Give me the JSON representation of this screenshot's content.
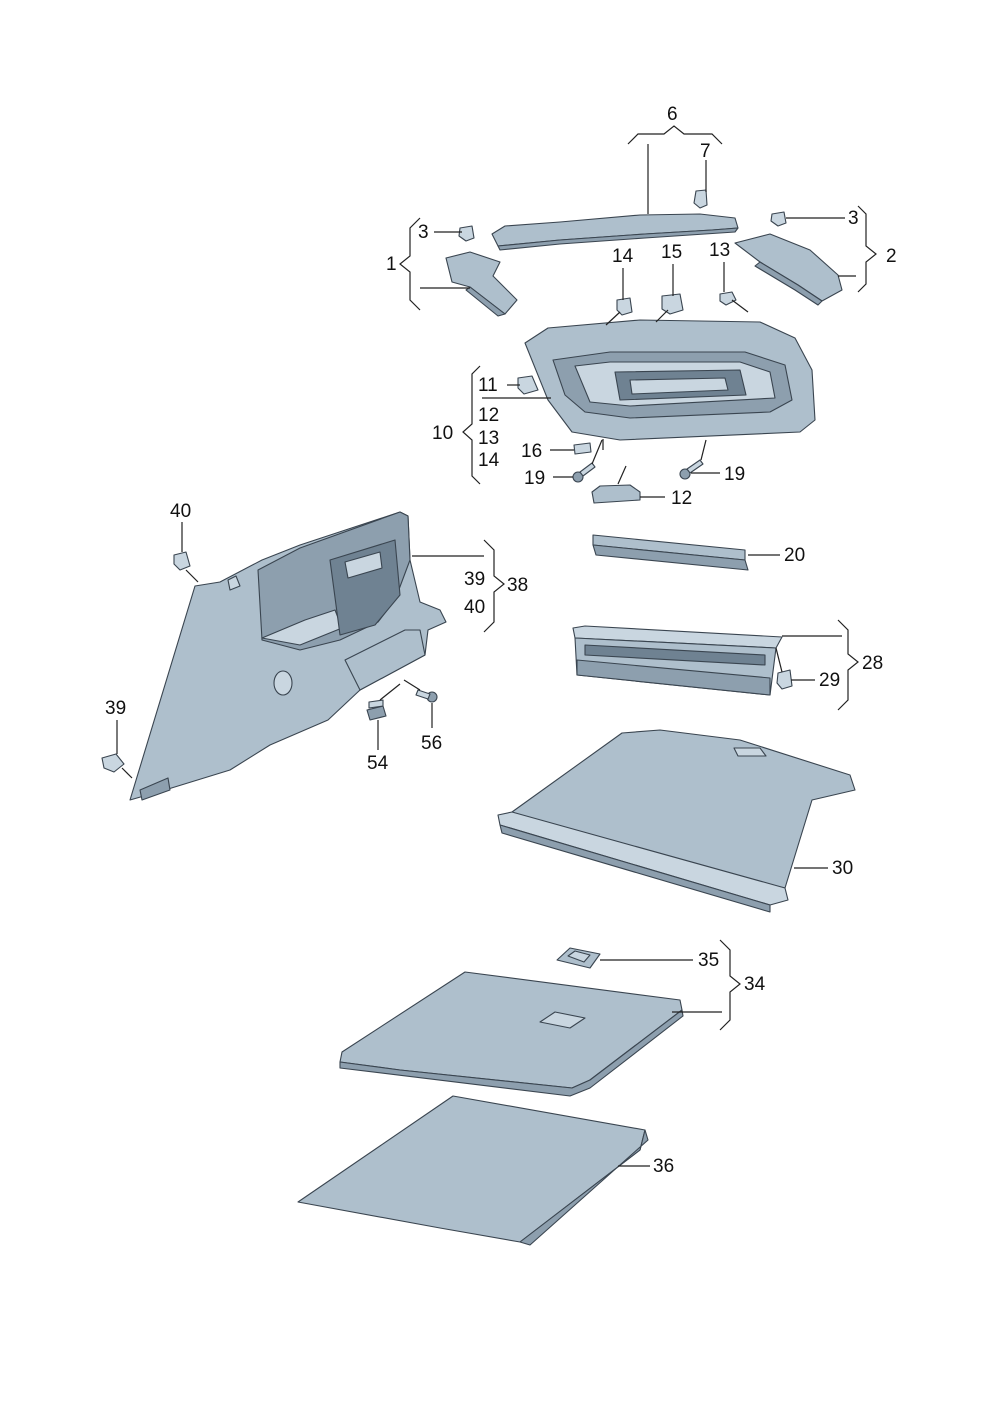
{
  "labels": {
    "l1": "1",
    "l2": "2",
    "l3a": "3",
    "l3b": "3",
    "l6": "6",
    "l7": "7",
    "l10": "10",
    "l11": "11",
    "l12a": "12",
    "l12b": "12",
    "l13a": "13",
    "l13b": "13",
    "l14a": "14",
    "l14b": "14",
    "l15": "15",
    "l16": "16",
    "l19a": "19",
    "l19b": "19",
    "l20": "20",
    "l28": "28",
    "l29": "29",
    "l30": "30",
    "l34": "34",
    "l35": "35",
    "l36": "36",
    "l38": "38",
    "l39a": "39",
    "l39b": "39",
    "l40a": "40",
    "l40b": "40",
    "l54": "54",
    "l56": "56"
  },
  "colors": {
    "panel": "#aebfcc",
    "panel_light": "#c9d6e0",
    "panel_dark": "#8d9fae",
    "outline": "#3a4550"
  }
}
